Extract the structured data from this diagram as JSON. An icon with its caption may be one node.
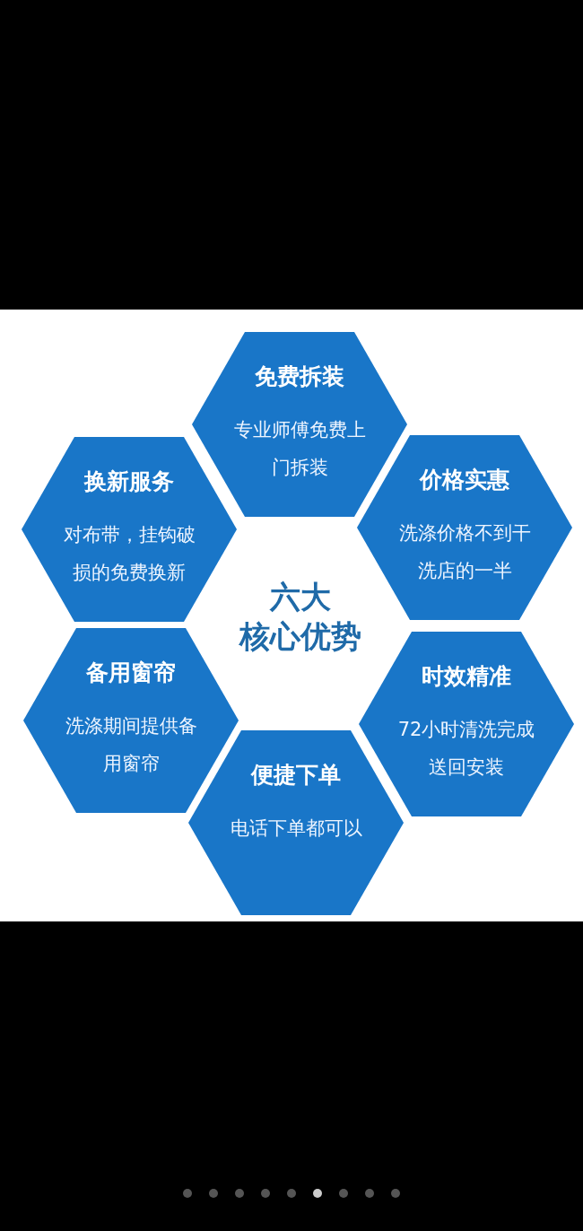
{
  "diagram": {
    "title": "六大核心优势",
    "nodes": [
      {
        "text": [
          "免费拆装",
          "专业师傅免费上门拆装"
        ]
      },
      {
        "text": [
          "换新服务",
          "对布带，挂钩破损的免费换新"
        ]
      },
      {
        "text": [
          "价格实惠",
          "洗涤价格不到干洗店的一半"
        ]
      },
      {
        "text": [
          "备用窗帘",
          "洗涤期间提供备用窗帘"
        ]
      },
      {
        "text": [
          "时效精准",
          "72小时清洗完成送回安装"
        ]
      },
      {
        "text": [
          "便捷下单",
          "电话下单都可以"
        ]
      }
    ],
    "edges": []
  }
}
